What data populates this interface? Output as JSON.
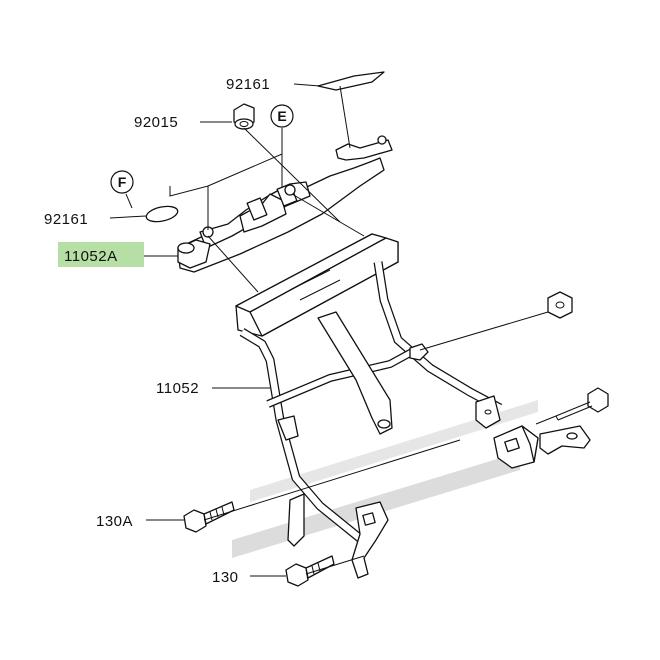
{
  "diagram": {
    "highlight_color": "#b6dfa6",
    "callouts": [
      {
        "id": "92161-top",
        "text": "92161"
      },
      {
        "id": "92015",
        "text": "92015"
      },
      {
        "id": "92161-left",
        "text": "92161"
      },
      {
        "id": "11052A",
        "text": "11052A",
        "highlighted": true
      },
      {
        "id": "11052",
        "text": "11052"
      },
      {
        "id": "130A",
        "text": "130A"
      },
      {
        "id": "130",
        "text": "130"
      }
    ],
    "references": [
      {
        "id": "E",
        "text": "E"
      },
      {
        "id": "F",
        "text": "F"
      }
    ]
  }
}
